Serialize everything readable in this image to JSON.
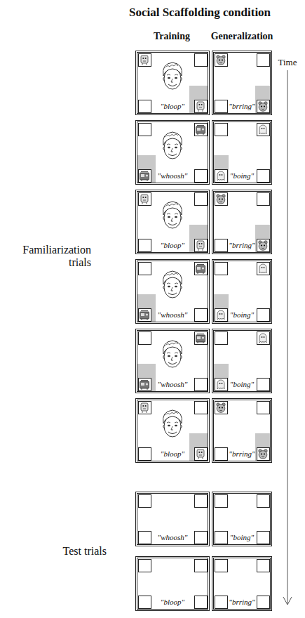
{
  "diagram": {
    "title": "Social Scaffolding condition",
    "nodes": [
      {
        "text": [
          "\"bloop\""
        ]
      },
      {
        "text": [
          "\"brring\""
        ]
      },
      {
        "text": [
          "\"whoosh\""
        ]
      },
      {
        "text": [
          "\"boing\""
        ]
      },
      {
        "text": [
          "\"bloop\""
        ]
      },
      {
        "text": [
          "\"brring\""
        ]
      },
      {
        "text": [
          "\"whoosh\""
        ]
      },
      {
        "text": [
          "\"boing\""
        ]
      },
      {
        "text": [
          "\"whoosh\""
        ]
      },
      {
        "text": [
          "\"boing\""
        ]
      },
      {
        "text": [
          "\"bloop\""
        ]
      },
      {
        "text": [
          "\"brring\""
        ]
      },
      {
        "text": [
          "\"whoosh\""
        ]
      },
      {
        "text": [
          "\"boing\""
        ]
      },
      {
        "text": [
          "\"bloop\""
        ]
      },
      {
        "text": [
          "\"brring\""
        ]
      }
    ],
    "labels": [
      "Training",
      "Generalization",
      "Time",
      "Familiarization trials",
      "Test trials"
    ]
  }
}
